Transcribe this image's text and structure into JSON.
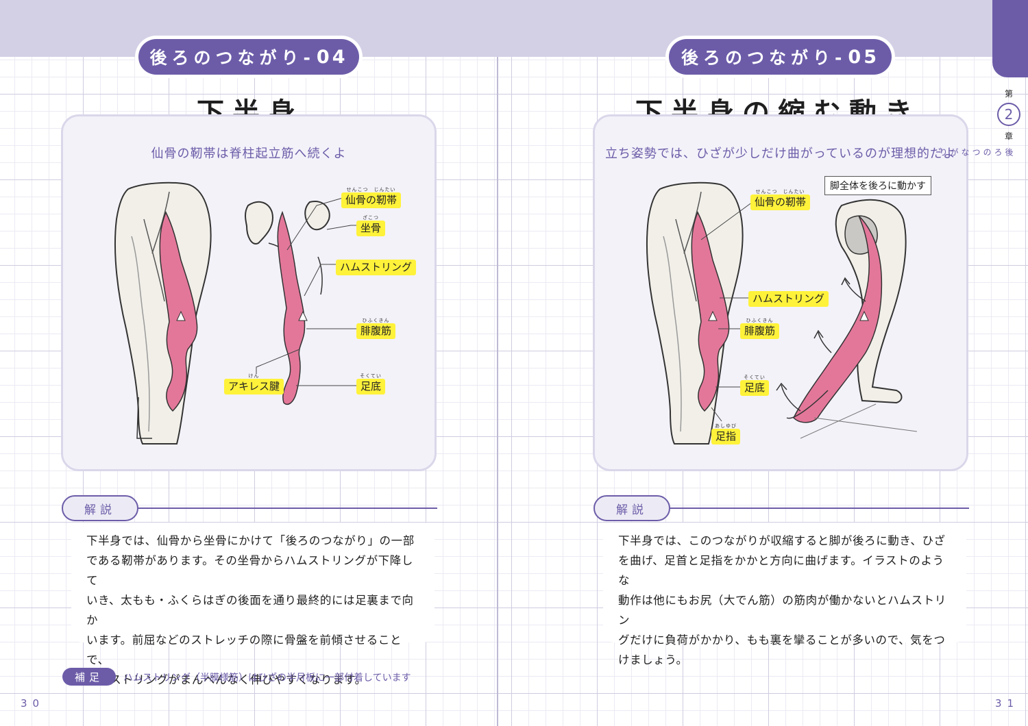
{
  "left_page": {
    "section_label": "後ろのつながり-",
    "section_number": "04",
    "title": "下半身",
    "caption": "仙骨の靭帯は脊柱起立筋へ続くよ",
    "labels": [
      {
        "text": "仙骨の靭帯",
        "ruby": "せんこつ　じんたい"
      },
      {
        "text": "坐骨",
        "ruby": "ざこつ"
      },
      {
        "text": "ハムストリング",
        "ruby": ""
      },
      {
        "text": "腓腹筋",
        "ruby": "ひふくきん"
      },
      {
        "text": "アキレス腱",
        "ruby": "けん"
      },
      {
        "text": "足底",
        "ruby": "そくてい"
      }
    ],
    "kaisetsu_label": "解説",
    "kaisetsu_lines": [
      "下半身では、仙骨から坐骨にかけて「後ろのつながり」の一部",
      "である靭帯があります。その坐骨からハムストリングが下降して",
      "いき、太もも・ふくらはぎの後面を通り最終的には足裏まで向か",
      "います。前屈などのストレッチの際に骨盤を前傾させることで、",
      "ハムストリングがまんべんなく伸びやすくなります。"
    ],
    "hosoku_label": "補足",
    "hosoku_text": "ハムストリング（半膜様筋）はひざの半月板に一部付着しています",
    "page_number": "30"
  },
  "right_page": {
    "section_label": "後ろのつながり-",
    "section_number": "05",
    "title": "下半身の縮む動き",
    "caption": "立ち姿勢では、ひざが少しだけ曲がっているのが理想的だよ",
    "note": "脚全体を後ろに動かす",
    "labels": [
      {
        "text": "仙骨の靭帯",
        "ruby": "せんこつ　じんたい"
      },
      {
        "text": "ハムストリング",
        "ruby": ""
      },
      {
        "text": "腓腹筋",
        "ruby": "ひふくきん"
      },
      {
        "text": "足底",
        "ruby": "そくてい"
      },
      {
        "text": "足指",
        "ruby": "あしゆび"
      }
    ],
    "kaisetsu_label": "解説",
    "kaisetsu_lines": [
      "下半身では、このつながりが収縮すると脚が後ろに動き、ひざ",
      "を曲げ、足首と足指をかかと方向に曲げます。イラストのような",
      "動作は他にもお尻（大でん筋）の筋肉が働かないとハムストリン",
      "グだけに負荷がかかり、もも裏を攣ることが多いので、気をつ",
      "けましょう。"
    ],
    "page_number": "31"
  },
  "chapter_index": {
    "dai": "第",
    "number": "2",
    "sho": "章",
    "name": "後ろのつながり"
  },
  "colors": {
    "accent": "#6c5ca8",
    "band": "#d3d0e6",
    "label_yellow": "#fff23a",
    "muscle_pink": "#e3779a"
  }
}
